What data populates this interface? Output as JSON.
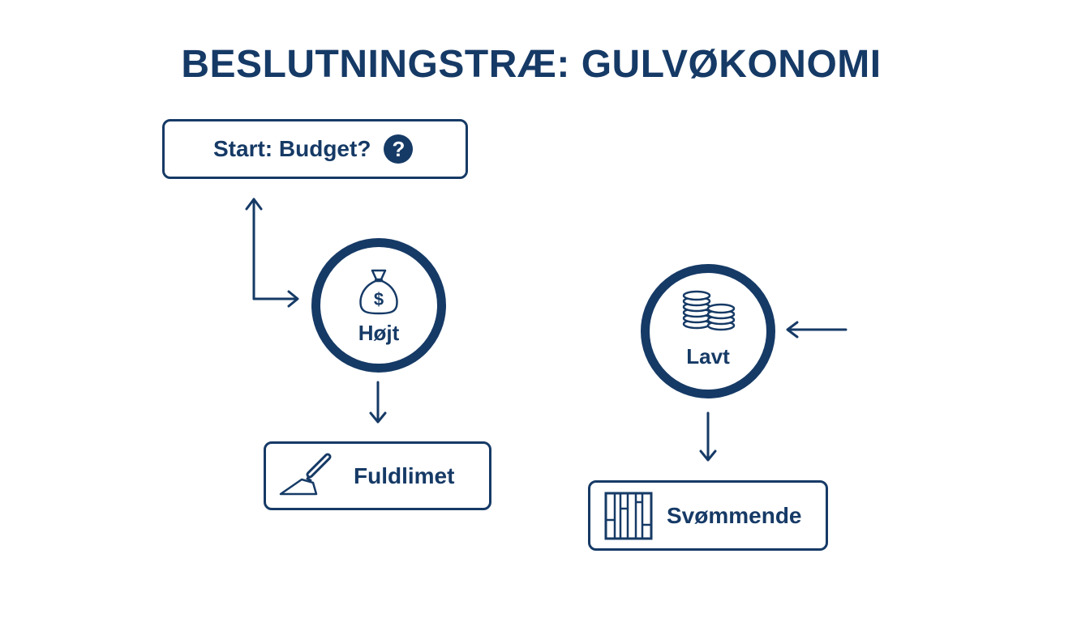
{
  "title": "BESLUTNINGSTRÆ: GULVØKONOMI",
  "nodes": {
    "start": {
      "label": "Start: Budget?",
      "icon": "question-icon",
      "icon_text": "?"
    },
    "high": {
      "label": "Højt",
      "icon": "money-bag-icon"
    },
    "low": {
      "label": "Lavt",
      "icon": "coin-stack-icon"
    },
    "full_glue": {
      "label": "Fuldlimet",
      "icon": "trowel-icon"
    },
    "floating": {
      "label": "Svømmende",
      "icon": "floor-planks-icon"
    }
  },
  "colors": {
    "primary": "#163a66",
    "background": "#ffffff"
  }
}
